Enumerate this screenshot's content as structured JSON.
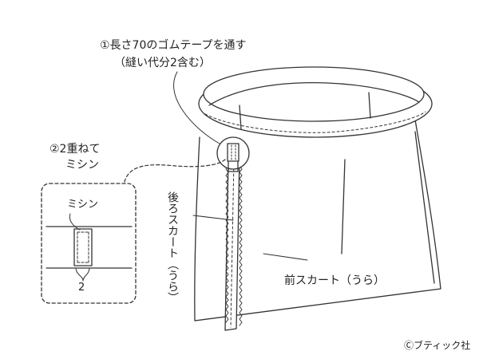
{
  "labels": {
    "step1_line1": "①長さ70のゴムテープを通す",
    "step1_line2": "（縫い代分2含む）",
    "step2_line1": "②2重ねて",
    "step2_line2": "ミシン",
    "inset_machine": "ミシン",
    "inset_dim": "2",
    "back_skirt": "後ろスカート（うら）",
    "front_skirt": "前スカート（うら）",
    "credit": "Ⓒブティック社"
  },
  "colors": {
    "line": "#333333",
    "fill": "#ffffff"
  }
}
